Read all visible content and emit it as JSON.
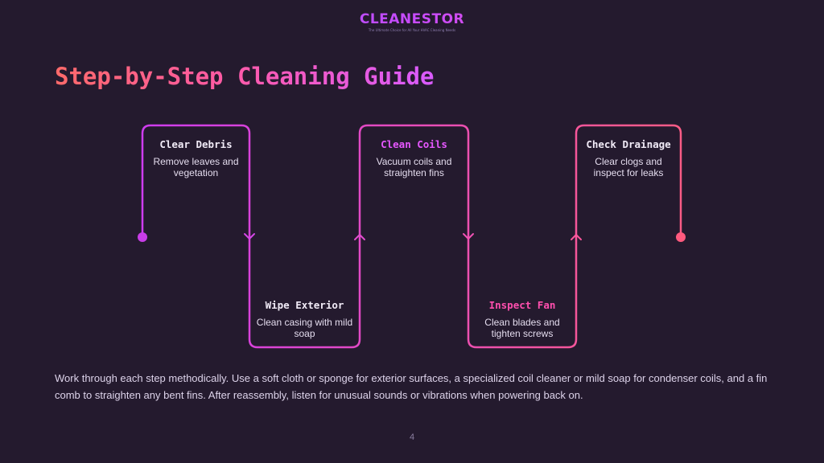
{
  "logo": {
    "name": "CLEANESTOR",
    "tagline": "The Ultimate Choice for All Your HVAC Cleaning Needs"
  },
  "title": "Step-by-Step Cleaning Guide",
  "steps": [
    {
      "title": "Clear Debris",
      "description": "Remove leaves and vegetation"
    },
    {
      "title": "Wipe Exterior",
      "description": "Clean casing with mild soap"
    },
    {
      "title": "Clean Coils",
      "description": "Vacuum coils and straighten fins"
    },
    {
      "title": "Inspect Fan",
      "description": "Clean blades and tighten screws"
    },
    {
      "title": "Check Drainage",
      "description": "Clear clogs and inspect for leaks"
    }
  ],
  "body_text": "Work through each step methodically. Use a soft cloth or sponge for exterior surfaces, a specialized coil cleaner or mild soap for condenser coils, and a fin comb to straighten any bent fins. After reassembly, listen for unusual sounds or vibrations when powering back on.",
  "page_number": "4",
  "colors": {
    "background": "#241a2e",
    "path_start": "#d63cf0",
    "path_end": "#ff5c8a"
  }
}
